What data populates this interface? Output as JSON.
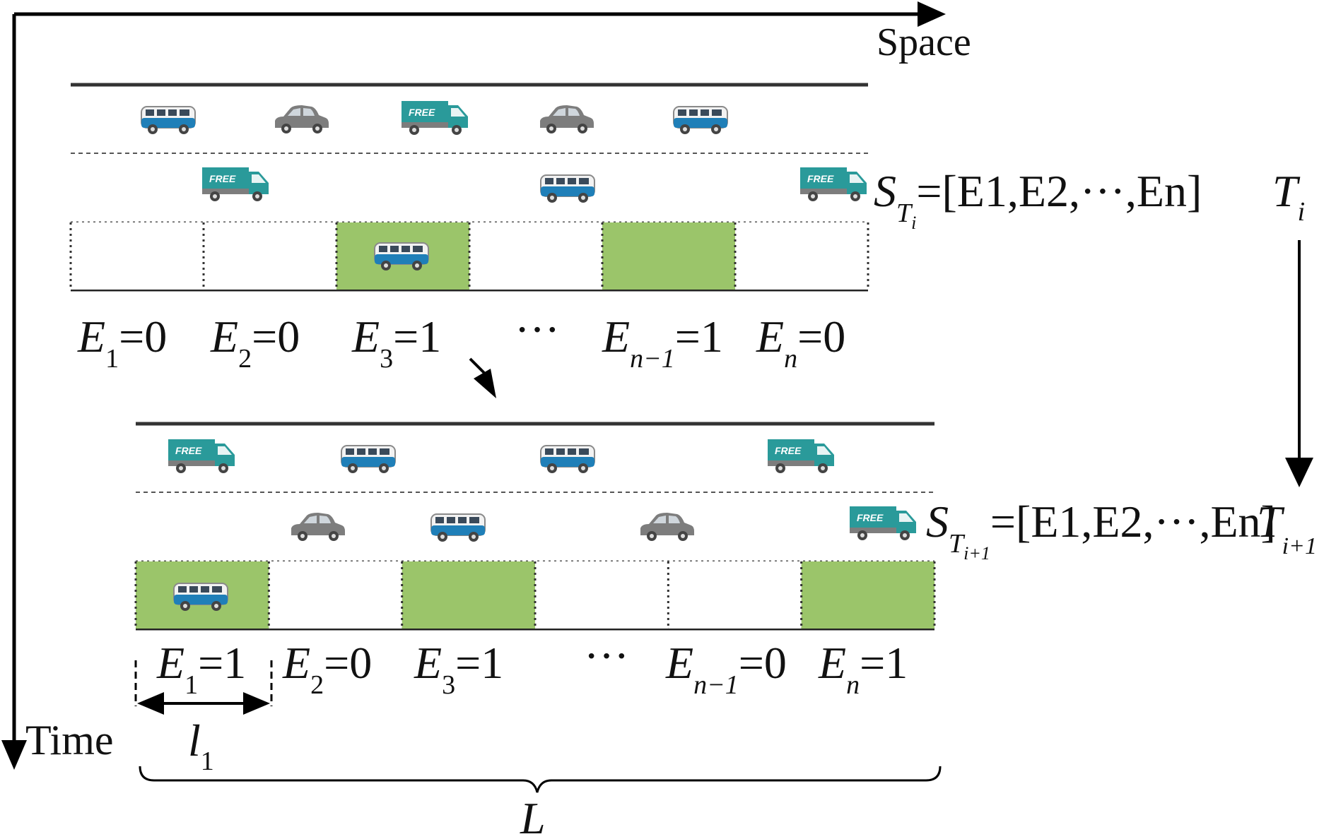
{
  "axes": {
    "space_label": "Space",
    "time_label": "Time"
  },
  "states": [
    {
      "state_name_base": "S",
      "state_name_sub": "T",
      "state_name_subsub": "i",
      "state_vector": "=[E1,E2,···,En]",
      "time_base": "T",
      "time_sub": "i",
      "cells": [
        0,
        0,
        1,
        null,
        1,
        0
      ],
      "cell_labels": [
        {
          "base": "E",
          "sub": "1",
          "value": "=0"
        },
        {
          "base": "E",
          "sub": "2",
          "value": "=0"
        },
        {
          "base": "E",
          "sub": "3",
          "value": "=1"
        },
        {
          "ellipsis": "···"
        },
        {
          "base": "E",
          "sub": "n−1",
          "value": "=1"
        },
        {
          "base": "E",
          "sub": "n",
          "value": "=0"
        }
      ]
    },
    {
      "state_name_base": "S",
      "state_name_sub": "T",
      "state_name_subsub": "i+1",
      "state_vector": "=[E1,E2,···,En]",
      "time_base": "T",
      "time_sub": "i+1",
      "cells": [
        1,
        0,
        1,
        0,
        0,
        1
      ],
      "cell_labels": [
        {
          "base": "E",
          "sub": "1",
          "value": "=1"
        },
        {
          "base": "E",
          "sub": "2",
          "value": "=0"
        },
        {
          "base": "E",
          "sub": "3",
          "value": "=1"
        },
        {
          "ellipsis": "···"
        },
        {
          "base": "E",
          "sub": "n−1",
          "value": "=0"
        },
        {
          "base": "E",
          "sub": "n",
          "value": "=1"
        }
      ]
    }
  ],
  "dimensions": {
    "cell_length_base": "l",
    "cell_length_sub": "1",
    "total_length": "L"
  },
  "vehicle_icons": {
    "truck_text": "FREE",
    "colors": {
      "teal": "#2a9a9a",
      "blue": "#1f7fb8",
      "grey": "#7d7d7d",
      "green_cell": "#9bc56a"
    }
  }
}
